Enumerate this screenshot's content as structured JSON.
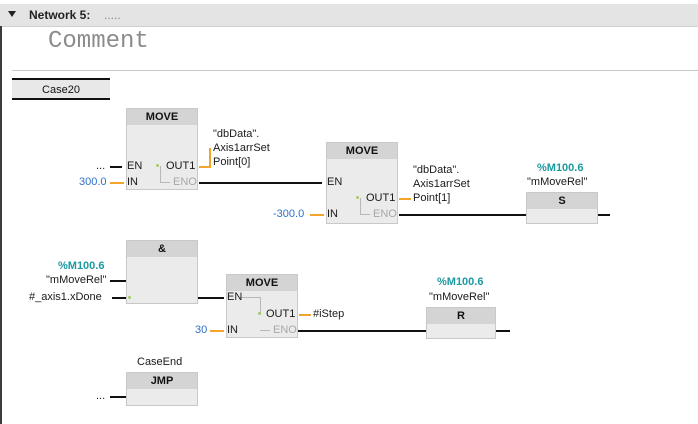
{
  "network": {
    "title": "Network 5:",
    "title_suffix": ".....",
    "comment": "Comment"
  },
  "label_box": "Case20",
  "move1": {
    "head": "MOVE",
    "en": "EN",
    "in": "IN",
    "out1": "OUT1",
    "eno": "ENO",
    "en_input": "...",
    "in_value": "300.0",
    "out_var": [
      "\"dbData\".",
      "Axis1arrSet",
      "Point[0]"
    ]
  },
  "move2": {
    "head": "MOVE",
    "en": "EN",
    "in": "IN",
    "out1": "OUT1",
    "eno": "ENO",
    "in_value": "-300.0",
    "out_var": [
      "\"dbData\".",
      "Axis1arrSet",
      "Point[1]"
    ]
  },
  "set_coil": {
    "address": "%M100.6",
    "name": "\"mMoveRel\"",
    "op": "S"
  },
  "and_block": {
    "head": "&",
    "in1_address": "%M100.6",
    "in1_name": "\"mMoveRel\"",
    "in2_name": "#_axis1.xDone"
  },
  "move3": {
    "head": "MOVE",
    "en": "EN",
    "in": "IN",
    "out1": "OUT1",
    "eno": "ENO",
    "in_value": "30",
    "out_var": "#iStep"
  },
  "reset_coil": {
    "address": "%M100.6",
    "name": "\"mMoveRel\"",
    "op": "R"
  },
  "jmp": {
    "label": "CaseEnd",
    "head": "JMP",
    "en_input": "..."
  },
  "colors": {
    "header_bg": "#e4e4e4",
    "address": "#1b9aa0",
    "literal": "#2f6fc9",
    "wire_orange": "#f2a52a"
  }
}
